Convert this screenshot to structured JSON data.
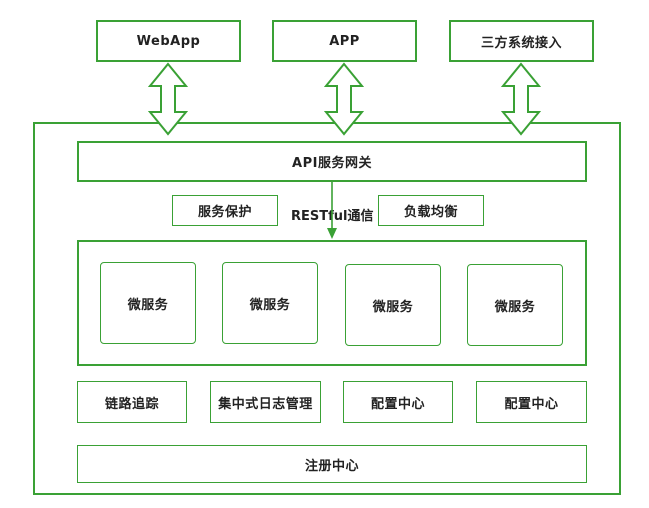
{
  "colors": {
    "accent": "#3aa135",
    "text": "#222222",
    "background": "#ffffff"
  },
  "clients": {
    "webapp": "WebApp",
    "app": "APP",
    "third_party": "三方系统接入"
  },
  "gateway": {
    "label": "API服务网关"
  },
  "gateway_features": {
    "service_protection": "服务保护",
    "restful": "RESTful通信",
    "load_balancing": "负载均衡"
  },
  "microservices": [
    {
      "label": "微服务"
    },
    {
      "label": "微服务"
    },
    {
      "label": "微服务"
    },
    {
      "label": "微服务"
    }
  ],
  "infrastructure": {
    "tracing": "链路追踪",
    "logging": "集中式日志管理",
    "config_1": "配置中心",
    "config_2": "配置中心"
  },
  "registry": {
    "label": "注册中心"
  }
}
